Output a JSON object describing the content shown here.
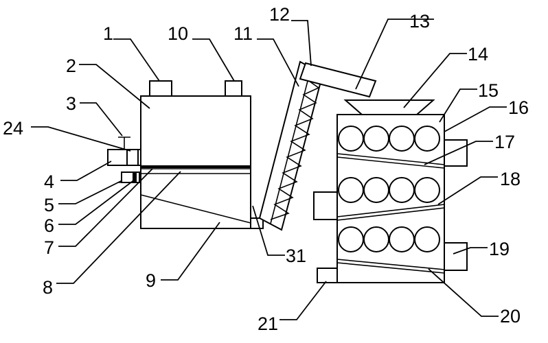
{
  "diagram": {
    "style": {
      "stroke": "#000000",
      "background": "#ffffff"
    },
    "labels": {
      "l1": "1",
      "l2": "2",
      "l3": "3",
      "l4": "4",
      "l5": "5",
      "l6": "6",
      "l7": "7",
      "l8": "8",
      "l9": "9",
      "l10": "10",
      "l11": "11",
      "l12": "12",
      "l13": "13",
      "l14": "14",
      "l15": "15",
      "l16": "16",
      "l17": "17",
      "l18": "18",
      "l19": "19",
      "l20": "20",
      "l21": "21",
      "l24": "24",
      "l31": "31"
    }
  }
}
